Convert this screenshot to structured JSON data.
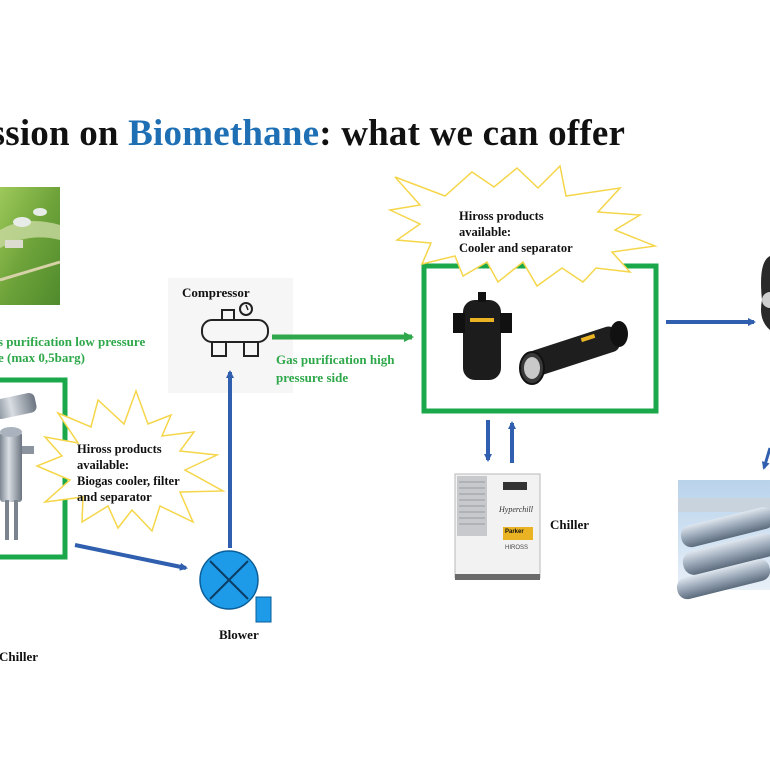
{
  "slide": {
    "title_pre": "ession on ",
    "title_highlight": "Biomethane",
    "title_post": ": what we can offer"
  },
  "labels": {
    "compressor": "Compressor",
    "blower": "Blower",
    "chiller_right": "Chiller",
    "chiller_left": "Chiller",
    "low_pressure_line1": "s purification low pressure",
    "low_pressure_line2": "e (max 0,5barg)",
    "high_pressure_line1": "Gas purification high",
    "high_pressure_line2": "pressure side"
  },
  "notes": {
    "top": {
      "line1": "Hiross products",
      "line2": "available:",
      "line3": "Cooler and separator"
    },
    "left": {
      "line1": "Hiross products",
      "line2": "available:",
      "line3": "Biogas cooler, filter",
      "line4": "and separator"
    }
  },
  "equipment": {
    "chiller_brand": "Hyperchill",
    "chiller_maker": "Parker",
    "chiller_sub": "HIROSS"
  },
  "colors": {
    "accent_blue": "#1f6fb5",
    "box_green": "#1aa84b",
    "arrow_blue": "#2f5fae",
    "arrow_green": "#2ea84a",
    "burst_yellow": "#f5d64a",
    "blower_blue": "#1e9be8"
  }
}
